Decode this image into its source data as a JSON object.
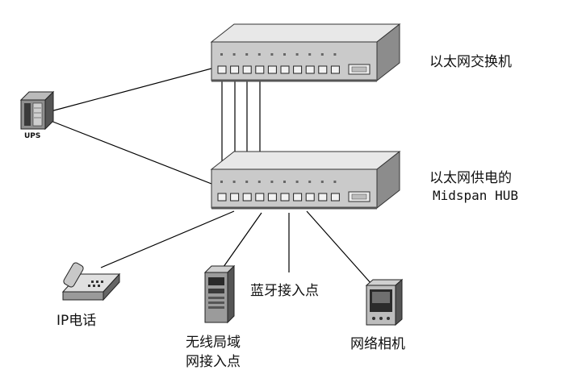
{
  "labels": {
    "switch": "以太网交换机",
    "hub_line1": "以太网供电的",
    "hub_line2": "Midspan HUB",
    "ups": "UPS",
    "ip_phone": "IP电话",
    "bluetooth_ap": "蓝牙接入点",
    "wlan_line1": "无线局域",
    "wlan_line2": "网接入点",
    "camera": "网络相机"
  },
  "devices": [
    {
      "name": "ethernet-switch",
      "icon": "switch-icon",
      "ports": 10
    },
    {
      "name": "midspan-hub",
      "icon": "hub-icon",
      "ports": 10
    },
    {
      "name": "ups",
      "icon": "ups-icon"
    },
    {
      "name": "ip-phone",
      "icon": "phone-icon"
    },
    {
      "name": "wlan-access-point",
      "icon": "tower-pc-icon"
    },
    {
      "name": "bluetooth-access-point",
      "icon": "antenna-line"
    },
    {
      "name": "network-camera",
      "icon": "camera-icon"
    }
  ],
  "colors": {
    "device_body": "#c8c8c8",
    "device_top": "#e6e6e6",
    "device_side": "#8a8a8a",
    "line": "#000000"
  }
}
